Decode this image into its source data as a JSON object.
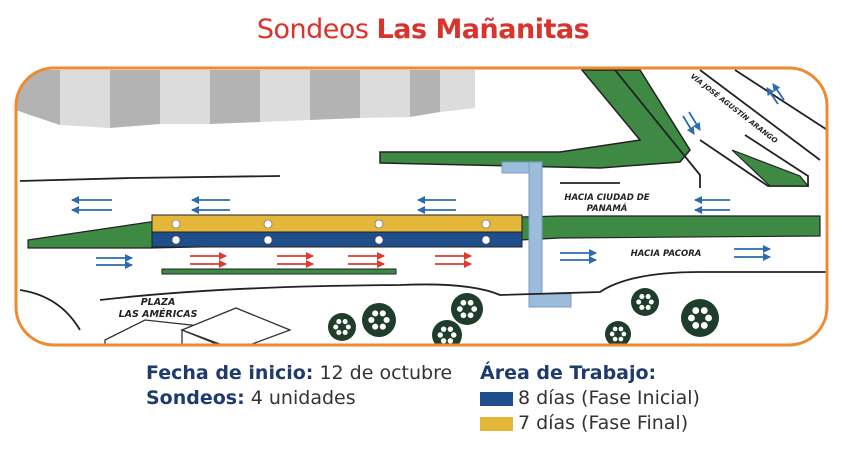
{
  "title": {
    "prefix": "Sondeos",
    "name": "Las Mañanitas"
  },
  "map": {
    "road_labels": {
      "diagonal": "VÍA JOSÉ AGUSTÍN ARANGO",
      "to_city_line1": "HACIA CIUDAD DE",
      "to_city_line2": "PANAMÁ",
      "to_pacora": "HACIA PACORA",
      "plaza_line1": "PLAZA",
      "plaza_line2": "LAS AMÉRICAS"
    },
    "colors": {
      "frame": "#ef8a2f",
      "green": "#3e8a44",
      "phase_initial": "#1f4e8a",
      "phase_final": "#e4b63a",
      "bridge": "#9cbcdc",
      "arrow_blue": "#2c6bb0",
      "arrow_red": "#de3a30",
      "building": "#b3b3b3"
    },
    "sondeo_count": 4
  },
  "info": {
    "start_label": "Fecha de inicio:",
    "start_value": "12 de octubre",
    "count_label": "Sondeos:",
    "count_value": "4 unidades"
  },
  "legend": {
    "title": "Área de Trabajo:",
    "items": [
      {
        "label": "8 días (Fase Inicial)",
        "color": "#1f4e8a"
      },
      {
        "label": "7 días (Fase Final)",
        "color": "#e4b63a"
      }
    ]
  }
}
